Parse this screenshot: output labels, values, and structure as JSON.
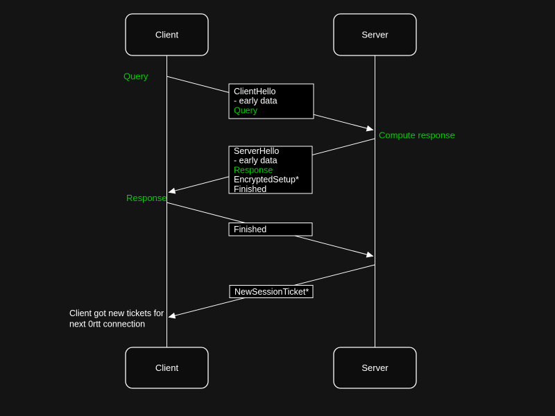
{
  "diagram": {
    "type": "sequence",
    "actors": {
      "client": "Client",
      "server": "Server"
    },
    "annotations": {
      "query": "Query",
      "compute_response": "Compute response",
      "response": "Response",
      "note": {
        "line1": "Client got new tickets for",
        "line2": "next 0rtt connection"
      }
    },
    "message_boxes": [
      {
        "lines": [
          "ClientHello",
          "- early data",
          "Query"
        ]
      },
      {
        "lines": [
          "ServerHello",
          "- early data",
          "Response",
          "EncryptedSetup*",
          "Finished"
        ]
      },
      {
        "lines": [
          "Finished"
        ]
      },
      {
        "lines": [
          "NewSessionTicket*"
        ]
      }
    ],
    "arrows": [
      {
        "from": "client",
        "to": "server"
      },
      {
        "from": "server",
        "to": "client"
      },
      {
        "from": "client",
        "to": "server"
      },
      {
        "from": "server",
        "to": "client"
      }
    ],
    "colors": {
      "background": "#141414",
      "node_fill": "#0d0d0d",
      "box_fill": "#000000",
      "stroke": "#ffffff",
      "text": "#ffffff",
      "accent_green": "#00cc00"
    }
  }
}
